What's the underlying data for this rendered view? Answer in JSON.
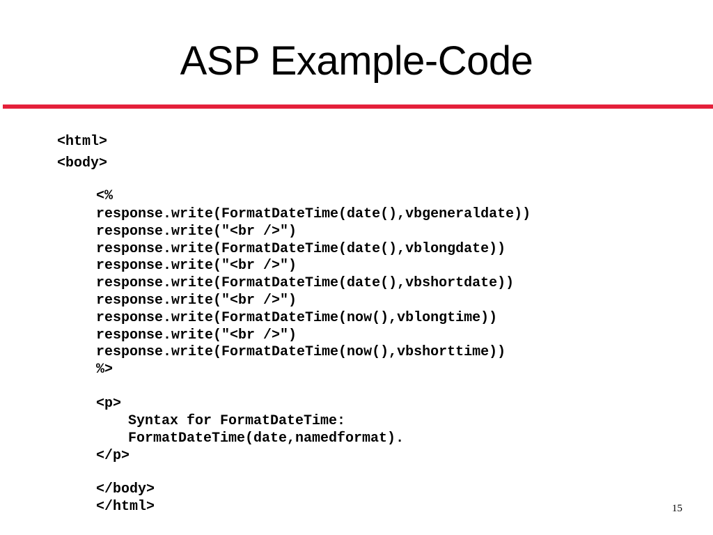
{
  "slide": {
    "title": "ASP Example-Code",
    "page_number": "15",
    "accent_color": "#e4203a",
    "code_lines": [
      "<html>",
      "<body>",
      "<%",
      "response.write(FormatDateTime(date(),vbgeneraldate))",
      "response.write(\"<br />\")",
      "response.write(FormatDateTime(date(),vblongdate))",
      "response.write(\"<br />\")",
      "response.write(FormatDateTime(date(),vbshortdate))",
      "response.write(\"<br />\")",
      "response.write(FormatDateTime(now(),vblongtime))",
      "response.write(\"<br />\")",
      "response.write(FormatDateTime(now(),vbshorttime))",
      "%>",
      "<p>",
      "Syntax for FormatDateTime:",
      "FormatDateTime(date,namedformat).",
      "</p>",
      "</body>",
      "</html>"
    ]
  }
}
